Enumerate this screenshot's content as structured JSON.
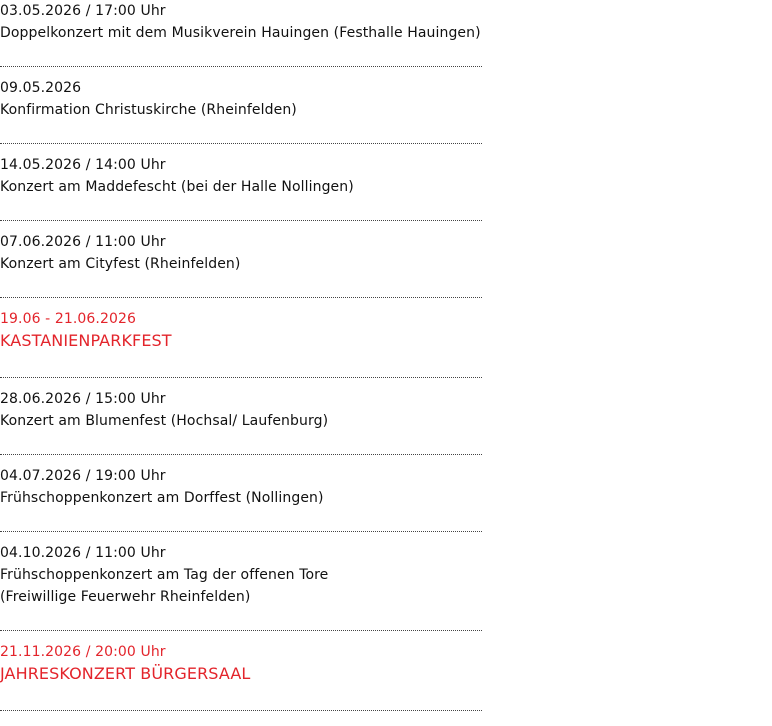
{
  "events": [
    {
      "date": "03.05.2026 / 17:00 Uhr",
      "title": [
        "Doppelkonzert mit dem Musikverein Hauingen (Festhalle Hauingen)"
      ],
      "highlight": false
    },
    {
      "date": "09.05.2026",
      "title": [
        "Konfirmation Christuskirche (Rheinfelden)"
      ],
      "highlight": false
    },
    {
      "date": "14.05.2026 / 14:00 Uhr",
      "title": [
        "Konzert am Maddefescht (bei der Halle Nollingen)"
      ],
      "highlight": false
    },
    {
      "date": "07.06.2026 / 11:00 Uhr",
      "title": [
        "Konzert am Cityfest (Rheinfelden)"
      ],
      "highlight": false
    },
    {
      "date": "19.06 - 21.06.2026",
      "title": [
        "KASTANIENPARKFEST"
      ],
      "highlight": true
    },
    {
      "date": "28.06.2026 / 15:00 Uhr",
      "title": [
        "Konzert am Blumenfest (Hochsal/ Laufenburg)"
      ],
      "highlight": false
    },
    {
      "date": "04.07.2026 / 19:00 Uhr",
      "title": [
        "Frühschoppenkonzert am Dorffest (Nollingen)"
      ],
      "highlight": false
    },
    {
      "date": "04.10.2026 / 11:00 Uhr",
      "title": [
        "Frühschoppenkonzert am Tag der offenen Tore",
        "(Freiwillige Feuerwehr Rheinfelden)"
      ],
      "highlight": false
    },
    {
      "date": "21.11.2026 / 20:00 Uhr",
      "title": [
        "JAHRESKONZERT BÜRGERSAAL"
      ],
      "highlight": true
    }
  ],
  "colors": {
    "text": "#111111",
    "highlight": "#e3242b",
    "separator": "#444444"
  }
}
